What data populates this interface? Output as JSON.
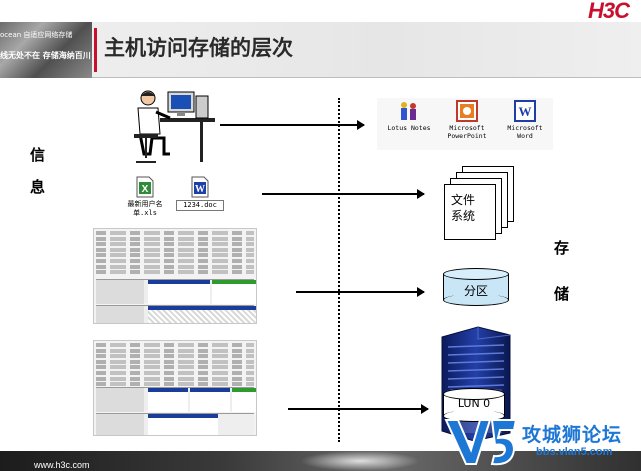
{
  "brand": {
    "logo_text": "H3C"
  },
  "header": {
    "title": "主机访问存储的层次",
    "photo_text_top": "ocean 自适应网络存储",
    "photo_text_bottom": "线无处不在 存储海纳百川"
  },
  "left_label": {
    "char1": "信",
    "char2": "息"
  },
  "right_label": {
    "char1": "存",
    "char2": "储"
  },
  "apps": [
    {
      "name": "Lotus Notes",
      "label": "Lotus Notes",
      "icon": "lotus-notes-icon"
    },
    {
      "name": "Microsoft PowerPoint",
      "label": "Microsoft\nPowerPoint",
      "icon": "powerpoint-icon"
    },
    {
      "name": "Microsoft Word",
      "label": "Microsoft\nWord",
      "icon": "word-icon"
    }
  ],
  "files": [
    {
      "label": "最新用户名\n单.xls",
      "icon": "excel-file-icon"
    },
    {
      "label": "1234.doc",
      "icon": "word-file-icon"
    }
  ],
  "layers": {
    "file_system": "文件\n系统",
    "partition": "分区",
    "lun": "LUN 0"
  },
  "footer": {
    "url": "www.h3c.com"
  },
  "watermark": {
    "title": "攻城狮论坛",
    "url": "bbs.vlan5.com"
  },
  "colors": {
    "brand_red": "#c8102e",
    "partition_fill": "#c9e6f7",
    "watermark_blue": "#1d77d4"
  }
}
